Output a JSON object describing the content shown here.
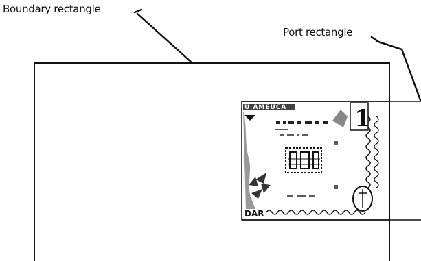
{
  "labels": {
    "boundary": "Boundary rectangle",
    "port": "Port rectangle"
  },
  "colors": {
    "stroke": "#111111",
    "background": "#ffffff"
  },
  "bill": {
    "corner_numeral": "1"
  }
}
